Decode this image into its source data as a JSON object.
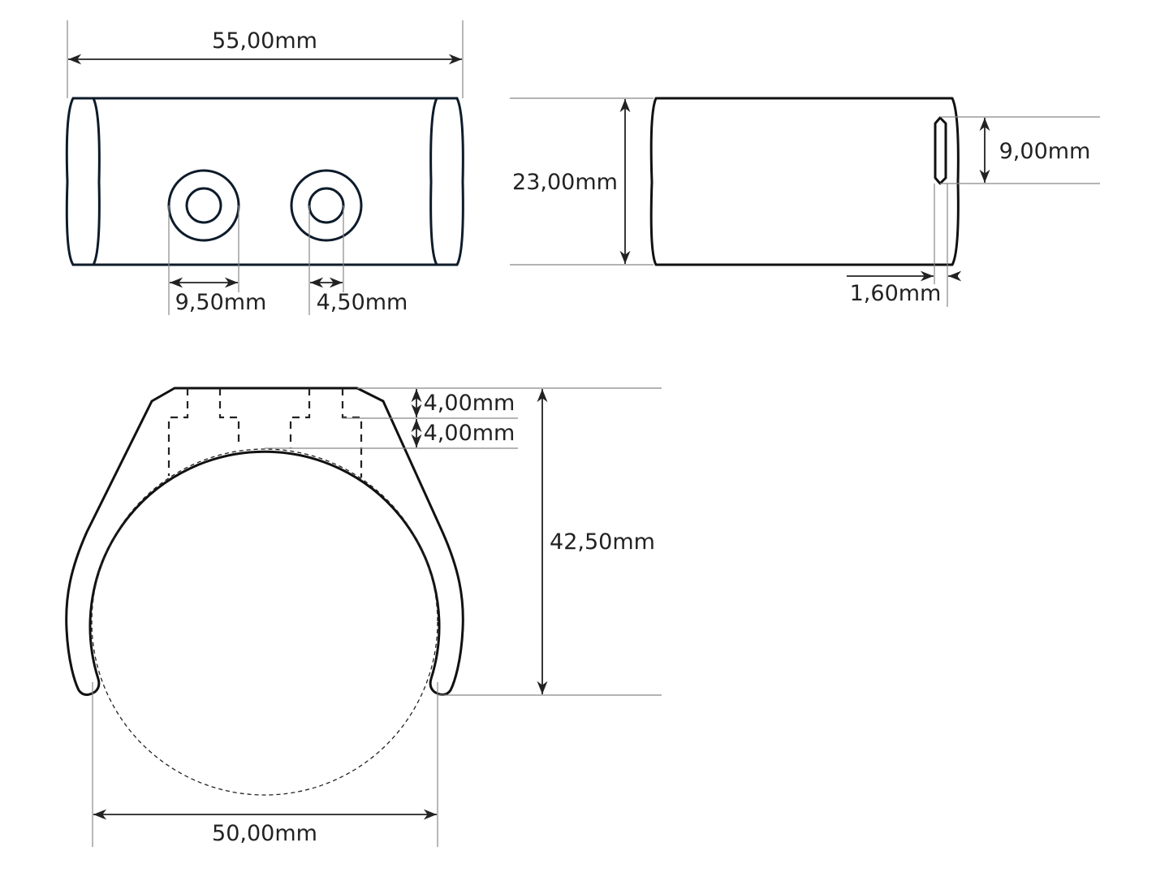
{
  "top_view": {
    "width": "55,00mm",
    "hole_outer": "9,50mm",
    "hole_inner": "4,50mm"
  },
  "side_view": {
    "height": "23,00mm",
    "slot_height": "9,00mm",
    "slot_offset": "1,60mm"
  },
  "front_view": {
    "depth_1": "4,00mm",
    "depth_2": "4,00mm",
    "overall_height": "42,50mm",
    "inner_diameter": "50,00mm"
  }
}
